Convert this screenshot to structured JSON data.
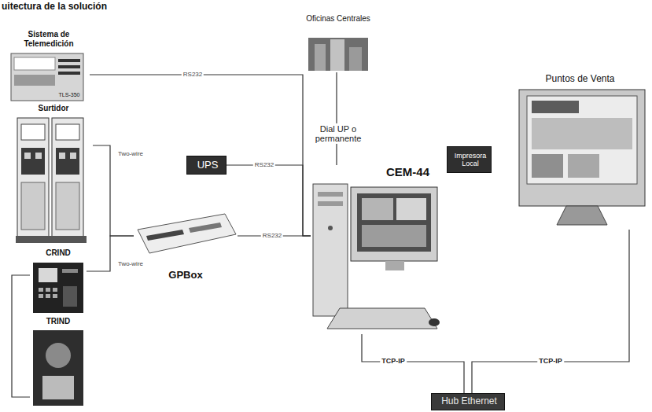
{
  "diagram": {
    "title": "uitectura de la solución",
    "nodes": [
      {
        "text": [
          "Sistema de Telemedición"
        ]
      },
      {
        "text": [
          "Surtidor"
        ]
      },
      {
        "text": [
          "CRIND"
        ]
      },
      {
        "text": [
          "TRIND"
        ]
      },
      {
        "text": [
          "UPS"
        ]
      },
      {
        "text": [
          "GPBox"
        ]
      },
      {
        "text": [
          "Oficinas Centrales"
        ]
      },
      {
        "text": [
          "CEM-44"
        ]
      },
      {
        "text": [
          "Impresora Local"
        ]
      },
      {
        "text": [
          "Puntos de Venta"
        ]
      },
      {
        "text": [
          "Hub Ethernet"
        ]
      }
    ],
    "edges": [
      {
        "from": 0,
        "to": 7,
        "label": "RS232",
        "arrow": "none"
      },
      {
        "from": 4,
        "to": 7,
        "label": "RS232",
        "arrow": "none"
      },
      {
        "from": 5,
        "to": 7,
        "label": "RS232",
        "arrow": "none"
      },
      {
        "from": 1,
        "to": 5,
        "label": "Two-wire",
        "arrow": "none"
      },
      {
        "from": 2,
        "to": 5,
        "label": "Two-wire",
        "arrow": "none"
      },
      {
        "from": 2,
        "to": 3,
        "arrow": "none"
      },
      {
        "from": 6,
        "to": 7,
        "label": "Dial UP o permanente",
        "arrow": "none"
      },
      {
        "from": 7,
        "to": 10,
        "label": "TCP-IP",
        "arrow": "none"
      },
      {
        "from": 9,
        "to": 10,
        "label": "TCP-IP",
        "arrow": "none"
      }
    ],
    "labels": [
      "TLS-350"
    ]
  }
}
